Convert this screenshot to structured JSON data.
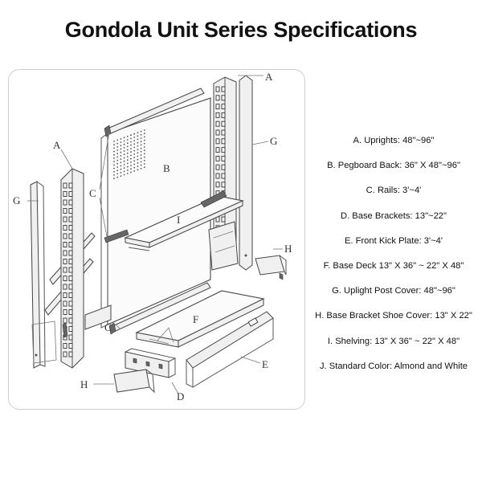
{
  "title": "Gondola Unit Series Specifications",
  "callouts": {
    "A_left": "A",
    "A_right": "A",
    "B": "B",
    "C_upper": "C",
    "C_lower": "C",
    "D": "D",
    "E": "E",
    "F": "F",
    "G_left": "G",
    "G_right": "G",
    "H_left": "H",
    "H_right": "H",
    "I": "I"
  },
  "specs": [
    "A. Uprights: 48\"~96\"",
    "B. Pegboard Back: 36\" X 48\"~96\"",
    "C. Rails: 3'~4'",
    "D. Base Brackets: 13\"~22\"",
    "E. Front Kick Plate: 3'~4'",
    "F. Base Deck 13\" X 36\" ~ 22\" X 48\"",
    "G. Uplight Post Cover: 48\"~96\"",
    "H. Base Bracket Shoe Cover: 13\" X 22\"",
    "I. Shelving: 13\" X 36\" ~ 22\" X 48\"",
    "J. Standard Color: Almond and White"
  ]
}
